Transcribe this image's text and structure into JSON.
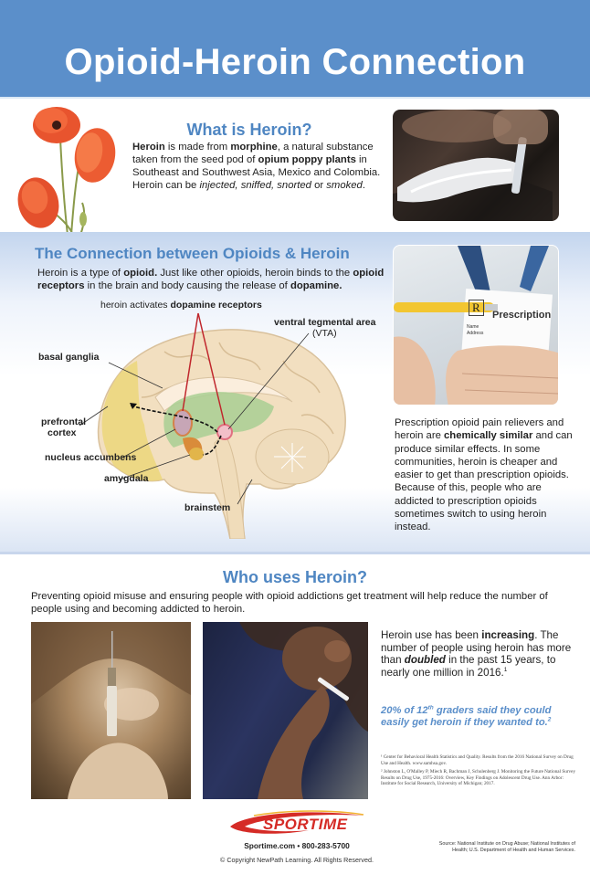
{
  "header": {
    "title": "Opioid-Heroin Connection"
  },
  "what_is_heroin": {
    "title": "What is Heroin?",
    "text": {
      "p1_b1": "Heroin",
      "p1_t1": " is made from ",
      "p1_b2": "morphine",
      "p1_t2": ", a natural substance taken from the seed pod of ",
      "p1_b3": "opium poppy plants",
      "p1_t3": " in Southeast and Southwest Asia, Mexico and Colombia. Heroin can be ",
      "i1": "injected, sniffed, snorted",
      "t4": " or ",
      "i2": "smoked",
      "t5": "."
    },
    "images": {
      "poppy": "poppy flowers",
      "powder": "white powder lines with rolled note"
    }
  },
  "connection": {
    "title": "The Connection between Opioids & Heroin",
    "text": {
      "t1": "Heroin is a type of ",
      "b1": "opioid.",
      "t2": " Just like other opioids, heroin binds to the ",
      "b2": "opioid receptors",
      "t3": " in the brain and body causing the release of ",
      "b3": "dopamine."
    },
    "diagram": {
      "top_label_prefix": "heroin activates ",
      "top_label_bold": "dopamine receptors",
      "labels": {
        "vta": "ventral tegmental area",
        "vta_abbr": "(VTA)",
        "basal_ganglia": "basal ganglia",
        "prefrontal": "prefrontal",
        "cortex": "cortex",
        "nucleus_accumbens": "nucleus accumbens",
        "amygdala": "amygdala",
        "brainstem": "brainstem"
      },
      "colors": {
        "brain": "#f2dfc0",
        "prefrontal": "#ecd77a",
        "limbic": "#a9cf93",
        "pathway": "#c0272d"
      }
    },
    "side_text": {
      "t1": "Prescription opioid pain relievers and heroin are ",
      "b1": "chemically similar",
      "t2": " and can produce similar effects. In some communities, heroin is cheaper and easier to get than prescription opioids. Because of this, people who are addicted to prescription opioids sometimes switch to using heroin instead."
    },
    "prescription_card": {
      "rx": "R",
      "title": "Prescription",
      "name": "Name",
      "address": "Address"
    }
  },
  "who_uses": {
    "title": "Who uses Heroin?",
    "intro": "Preventing opioid misuse and ensuring people with opioid addictions get treatment will help reduce the number of people using and becoming addicted to heroin.",
    "side": {
      "t1": "Heroin use has been ",
      "b1": "increasing",
      "t2": ". The number of people using heroin has more than ",
      "bi1": "doubled",
      "t3": " in the past 15 years, to nearly one million in 2016.",
      "sup1": "1"
    },
    "quote": {
      "t1": "20% of 12",
      "sup_th": "th",
      "t2": " graders said they could easily get heroin if they wanted to.",
      "sup2": "2"
    },
    "references": [
      "¹ Center for Behavioral Health Statistics and Quality. Results from the 2016 National Survey on Drug Use and Health. www.samhsa.gov.",
      "² Johnston L, O'Malley P, Miech R, Bachman J, Schulenberg J. Monitoring the Future National Survey Results on Drug Use, 1975-2016: Overview, Key Findings on Adolescent Drug Use. Ann Arbor: Institute for Social Research, University of Michigan; 2017."
    ]
  },
  "footer": {
    "logo": "SPORTIME",
    "contact": "Sportime.com  •  800-283-5700",
    "copyright": "© Copyright NewPath Learning. All Rights Reserved.",
    "source": "Source: National Institute on Drug Abuse; National Institutes of Health; U.S. Department of Health and Human Services."
  }
}
